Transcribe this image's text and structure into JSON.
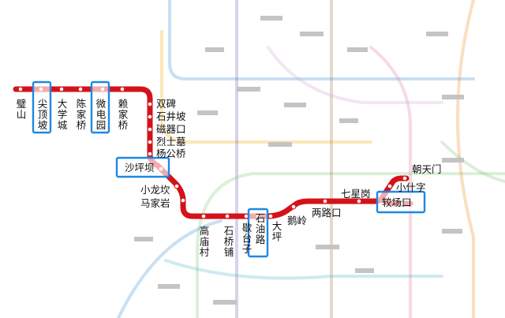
{
  "map": {
    "main_line_color": "#d4121a",
    "highlight_color": "#1e88e5",
    "stations": {
      "s01": "璧山",
      "s02": "尖顶坡",
      "s03": "大学城",
      "s04": "陈家桥",
      "s05": "微电园",
      "s06": "赖家桥",
      "s07": "双碑",
      "s08": "石井坡",
      "s09": "磁器口",
      "s10": "烈士墓",
      "s11": "杨公桥",
      "s12": "沙坪坝",
      "s13": "小龙坎",
      "s14": "马家岩",
      "s15": "高庙村",
      "s16": "石桥铺",
      "s17": "歇台子",
      "s18": "石油路",
      "s19": "大坪",
      "s20": "鹅岭",
      "s21": "两路口",
      "s22": "七星岗",
      "s23": "小什字",
      "s24": "朝天门",
      "s25": "较场口"
    },
    "highlighted": [
      "尖顶坡",
      "微电园",
      "沙坪坝",
      "石油路",
      "较场口"
    ]
  }
}
